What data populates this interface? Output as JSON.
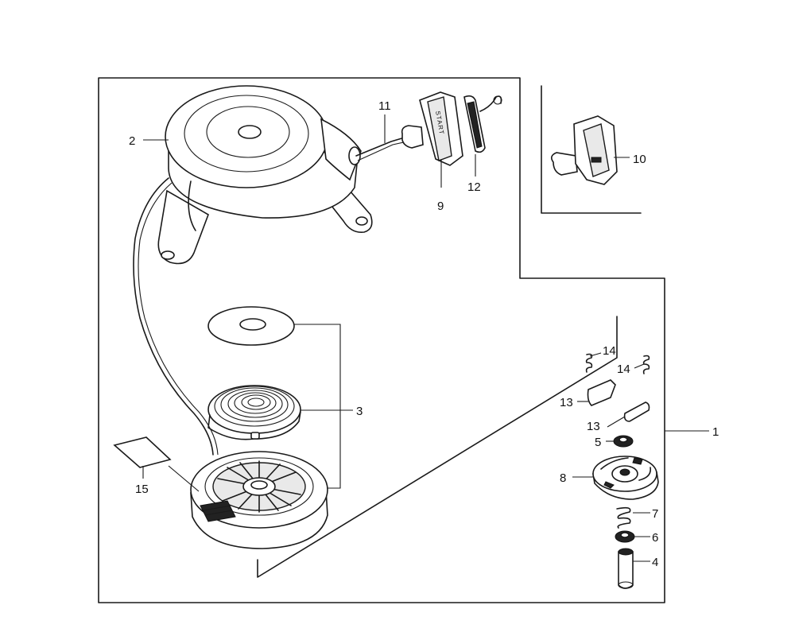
{
  "callouts": [
    {
      "id": "1",
      "text": "1"
    },
    {
      "id": "2",
      "text": "2"
    },
    {
      "id": "3",
      "text": "3"
    },
    {
      "id": "4",
      "text": "4"
    },
    {
      "id": "5",
      "text": "5"
    },
    {
      "id": "6",
      "text": "6"
    },
    {
      "id": "7",
      "text": "7"
    },
    {
      "id": "8",
      "text": "8"
    },
    {
      "id": "9",
      "text": "9"
    },
    {
      "id": "10",
      "text": "10"
    },
    {
      "id": "11",
      "text": "11"
    },
    {
      "id": "12",
      "text": "12"
    },
    {
      "id": "13a",
      "text": "13"
    },
    {
      "id": "13b",
      "text": "13"
    },
    {
      "id": "14a",
      "text": "14"
    },
    {
      "id": "14b",
      "text": "14"
    },
    {
      "id": "15",
      "text": "15"
    }
  ],
  "handle_text": "START"
}
